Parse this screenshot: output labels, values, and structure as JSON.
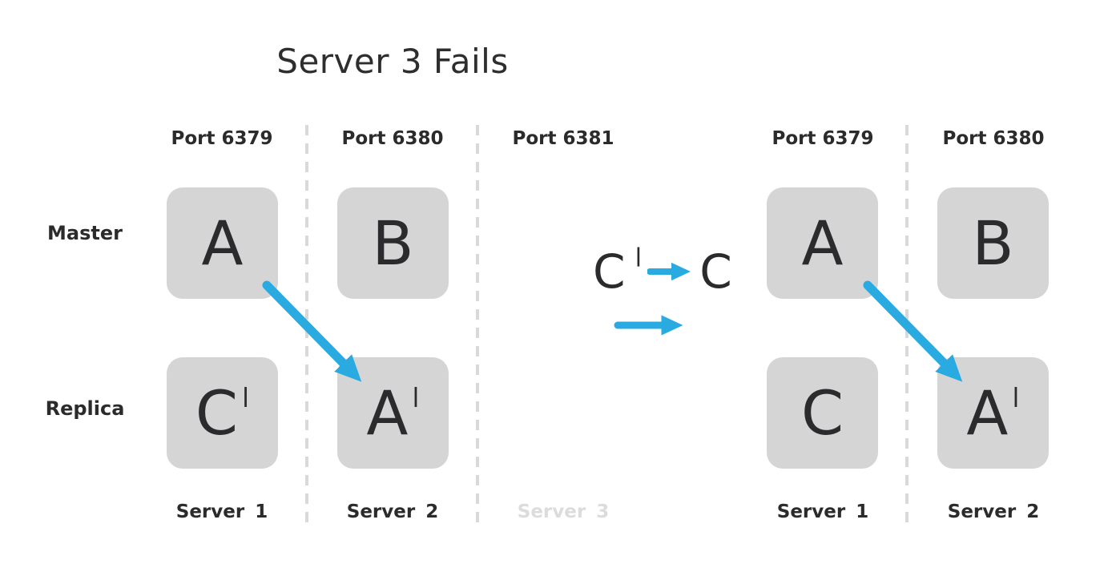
{
  "title": "Server 3 Fails",
  "row_labels": {
    "master": "Master",
    "replica": "Replica"
  },
  "before": {
    "ports": [
      {
        "label": "Port 6379"
      },
      {
        "label": "Port 6380"
      },
      {
        "label": "Port 6381"
      }
    ],
    "master_boxes": [
      {
        "letter": "A",
        "prime": ""
      },
      {
        "letter": "B",
        "prime": ""
      }
    ],
    "replica_boxes": [
      {
        "letter": "C",
        "prime": "|"
      },
      {
        "letter": "A",
        "prime": "|"
      }
    ],
    "servers": [
      {
        "label": "Server 1"
      },
      {
        "label": "Server 2"
      },
      {
        "label": "Server 3"
      }
    ]
  },
  "transition": {
    "from": "C",
    "from_prime": "|",
    "to": "C"
  },
  "after": {
    "ports": [
      {
        "label": "Port 6379"
      },
      {
        "label": "Port 6380"
      }
    ],
    "master_boxes": [
      {
        "letter": "A",
        "prime": ""
      },
      {
        "letter": "B",
        "prime": ""
      }
    ],
    "replica_boxes": [
      {
        "letter": "C",
        "prime": ""
      },
      {
        "letter": "A",
        "prime": "|"
      }
    ],
    "servers": [
      {
        "label": "Server 1"
      },
      {
        "label": "Server 2"
      }
    ]
  },
  "colors": {
    "accent_blue": "#29abe2",
    "box_fill": "#d5d5d6",
    "text_dark": "#2b2b2b",
    "muted_gray": "#dcdcdc",
    "divider_gray": "#d9d9d9"
  }
}
